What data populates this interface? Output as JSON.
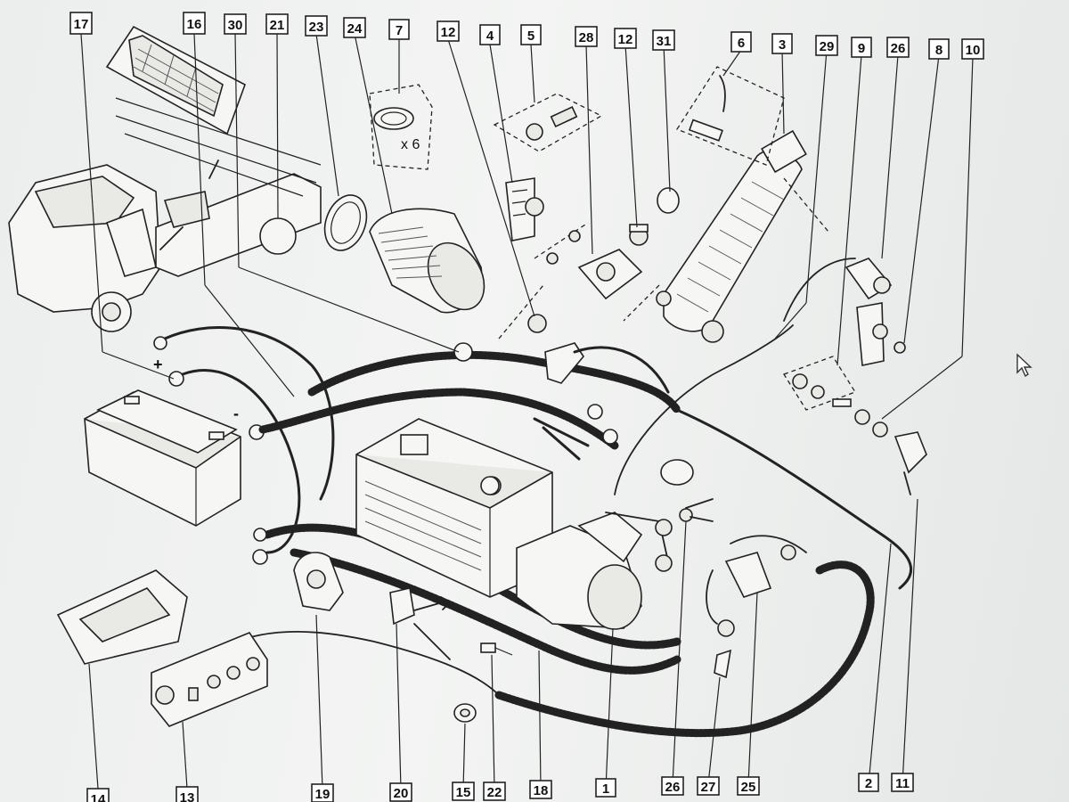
{
  "callouts": {
    "c17": "17",
    "c16": "16",
    "c30": "30",
    "c21": "21",
    "c23": "23",
    "c24": "24",
    "c7": "7",
    "c12a": "12",
    "c4": "4",
    "c5": "5",
    "c28": "28",
    "c12b": "12",
    "c31": "31",
    "c6": "6",
    "c3": "3",
    "c29": "29",
    "c9": "9",
    "c26a": "26",
    "c8": "8",
    "c10": "10",
    "c14": "14",
    "c13": "13",
    "c19": "19",
    "c20": "20",
    "c15": "15",
    "c22": "22",
    "c18": "18",
    "c1": "1",
    "c26b": "26",
    "c27": "27",
    "c25": "25",
    "c2": "2",
    "c11": "11"
  },
  "quantity_label": "x 6",
  "battery_plus": "+",
  "battery_minus": "-",
  "colors": {
    "ink": "#222222",
    "paper": "#f0f1f0",
    "bezel": "#1a1a1a"
  },
  "icons": {
    "cursor": "mouse-pointer-icon"
  }
}
